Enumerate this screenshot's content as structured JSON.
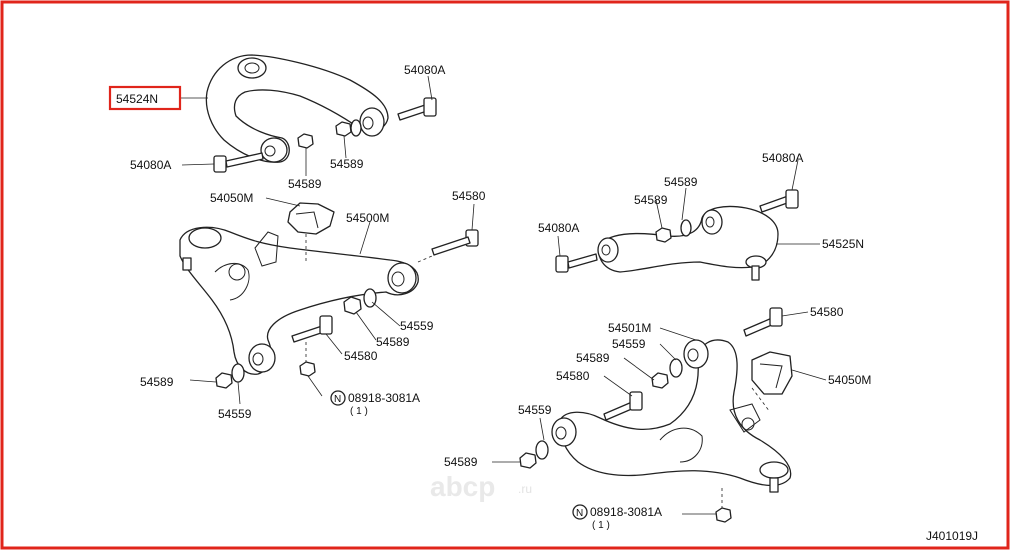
{
  "diagram_id": "J401019J",
  "highlighted_part": "54524N",
  "watermark": {
    "brand": "abcp",
    "domain": ".ru"
  },
  "labels": {
    "upper_arm_left": "54524N",
    "upper_arm_right": "54525N",
    "lower_arm_left": "54500M",
    "lower_arm_right": "54501M",
    "bumper_left": "54050M",
    "bumper_right": "54050M",
    "bolt_a1": "54080A",
    "bolt_a2": "54080A",
    "bolt_a3": "54080A",
    "bolt_a4": "54080A",
    "nut_589_1": "54589",
    "nut_589_2": "54589",
    "nut_589_3": "54589",
    "nut_589_4": "54589",
    "nut_589_5": "54589",
    "nut_589_6": "54589",
    "nut_589_7": "54589",
    "nut_589_8": "54589",
    "bolt_580_1": "54580",
    "bolt_580_2": "54580",
    "bolt_580_3": "54580",
    "bolt_580_4": "54580",
    "washer_559_1": "54559",
    "washer_559_2": "54559",
    "washer_559_3": "54559",
    "washer_559_4": "54559",
    "nut_n_left": "08918-3081A",
    "nut_n_left_qty": "( 1 )",
    "nut_n_right": "08918-3081A",
    "nut_n_right_qty": "( 1 )",
    "n_mark": "N"
  }
}
